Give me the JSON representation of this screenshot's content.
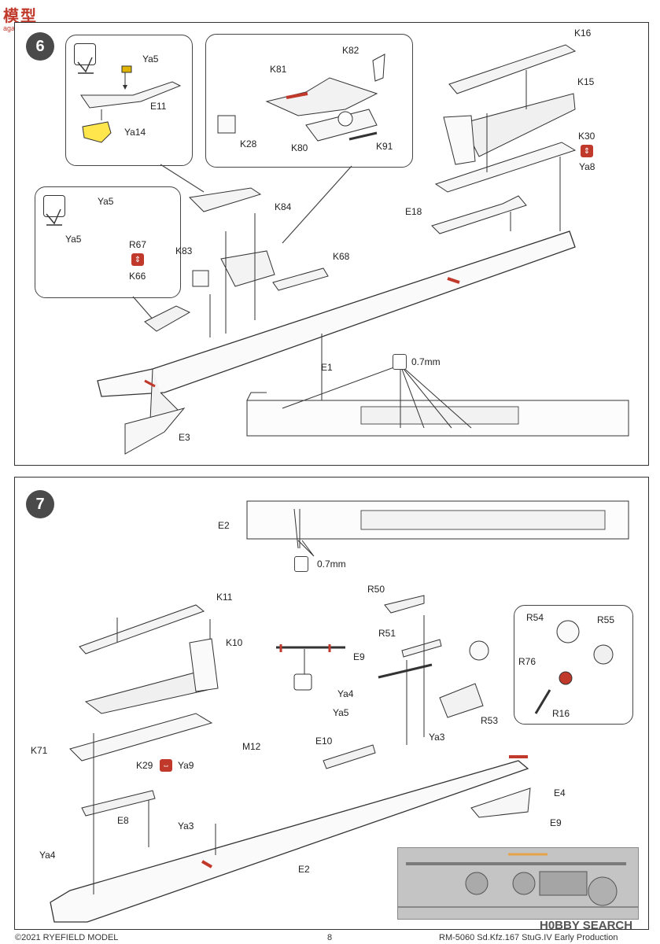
{
  "watermark_top": {
    "line1": "模型",
    "line2": "aga-shou.com"
  },
  "step6": {
    "number": "6",
    "labels": {
      "ya5_a": "Ya5",
      "e11": "E11",
      "ya14": "Ya14",
      "k82": "K82",
      "k81": "K81",
      "k28": "K28",
      "k80": "K80",
      "k91": "K91",
      "k16": "K16",
      "k15": "K15",
      "k30": "K30",
      "ya8": "Ya8",
      "ya5_b": "Ya5",
      "ya5_c": "Ya5",
      "r67": "R67",
      "k66": "K66",
      "k84": "K84",
      "k83": "K83",
      "k68": "K68",
      "e18": "E18",
      "e1": "E1",
      "drill": "0.7mm",
      "e3": "E3"
    }
  },
  "step7": {
    "number": "7",
    "labels": {
      "e2_top": "E2",
      "drill": "0.7mm",
      "r50": "R50",
      "r51": "R51",
      "e9": "E9",
      "r54": "R54",
      "r55": "R55",
      "r76": "R76",
      "r16": "R16",
      "k11": "K11",
      "k10": "K10",
      "ya4_a": "Ya4",
      "ya5": "Ya5",
      "ya3_a": "Ya3",
      "r53": "R53",
      "k71": "K71",
      "k29": "K29",
      "ya9": "Ya9",
      "m12": "M12",
      "e10": "E10",
      "e4": "E4",
      "e8": "E8",
      "ya3_b": "Ya3",
      "ya4_b": "Ya4",
      "e2_bottom": "E2",
      "e9_photo": "E9"
    }
  },
  "footer": {
    "copyright": "©2021 RYEFIELD MODEL",
    "page": "8",
    "product": "RM-5060 Sd.Kfz.167 StuG.IV Early Production"
  },
  "watermark_bottom": {
    "brand": "H0BBY SEARCH"
  }
}
